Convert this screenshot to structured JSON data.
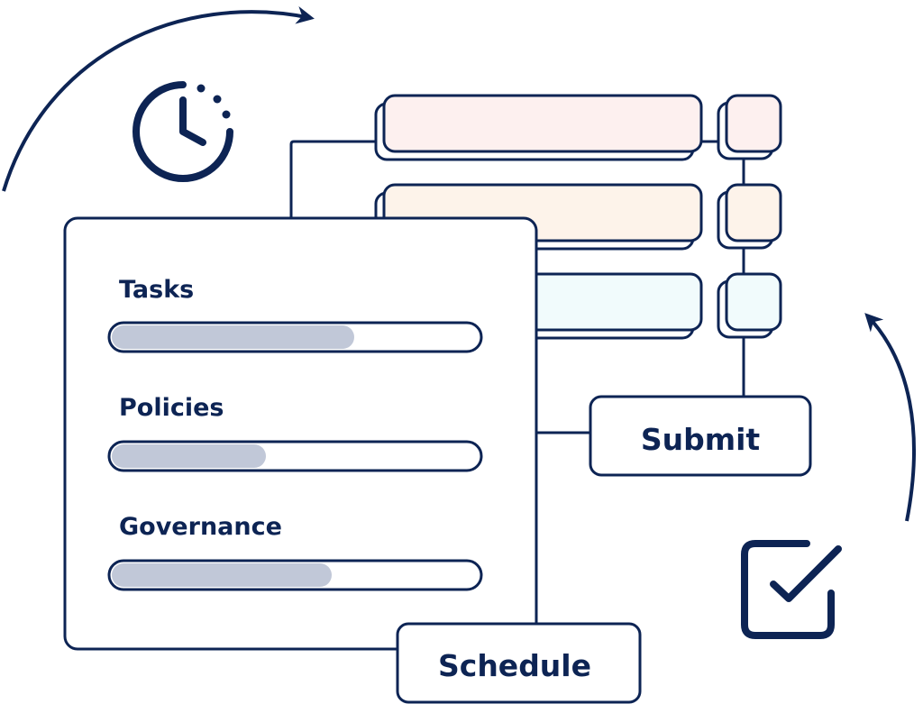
{
  "panel": {
    "items": [
      {
        "label": "Tasks",
        "progress": 0.66
      },
      {
        "label": "Policies",
        "progress": 0.42
      },
      {
        "label": "Governance",
        "progress": 0.6
      }
    ]
  },
  "buttons": {
    "submit_label": "Submit",
    "schedule_label": "Schedule"
  },
  "colors": {
    "ink": "#0d2454",
    "track": "#ffffff",
    "fill": "#c1c8d8",
    "row_pink": "#fdf0ef",
    "row_peach": "#fdf3ea",
    "row_mint": "#f1fbfc"
  },
  "icons": {
    "top_left": "clock-icon",
    "bottom_right": "checkbox-checked-icon",
    "arcs": "cycle-arrow-icon"
  }
}
